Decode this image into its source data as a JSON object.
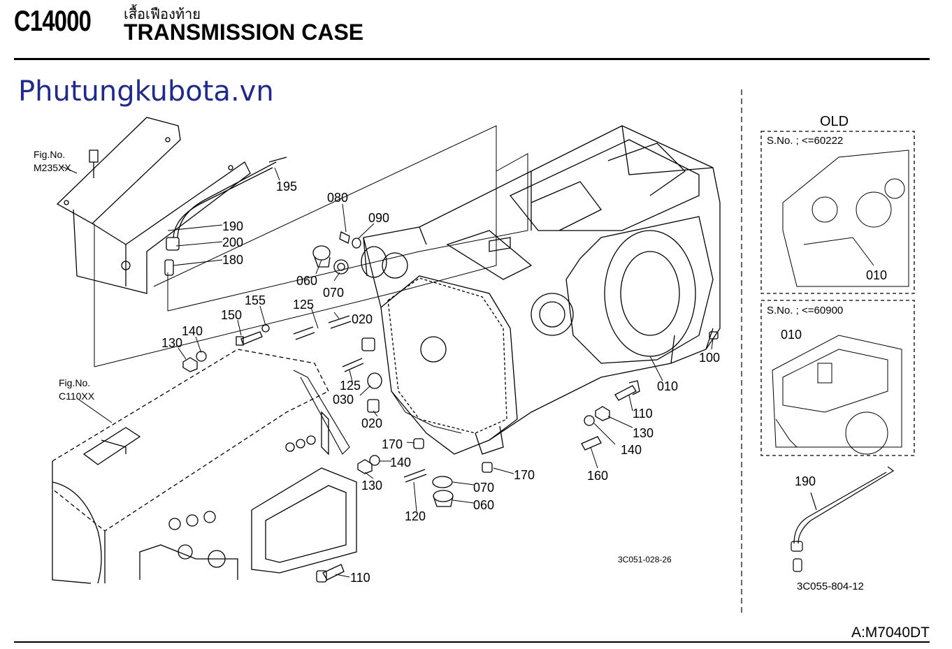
{
  "header": {
    "code": "C14000",
    "title_thai": "เสื้อเฟืองท้าย",
    "title_en": "TRANSMISSION CASE"
  },
  "watermark": "Phutungkubota.vn",
  "references": {
    "fig1_label": "Fig.No.",
    "fig1_code": "M235XX",
    "fig2_label": "Fig.No.",
    "fig2_code": "C110XX"
  },
  "part_labels": {
    "p195": "195",
    "p190": "190",
    "p200": "200",
    "p180": "180",
    "p080": "080",
    "p090": "090",
    "p060a": "060",
    "p070a": "070",
    "p155": "155",
    "p150": "150",
    "p140a": "140",
    "p130a": "130",
    "p125a": "125",
    "p020a": "020",
    "p125b": "125",
    "p030": "030",
    "p020b": "020",
    "p170a": "170",
    "p140b": "140",
    "p130b": "130",
    "p120": "120",
    "p070b": "070",
    "p060b": "060",
    "p170b": "170",
    "p110a": "110",
    "p130c": "130",
    "p140c": "140",
    "p160": "160",
    "p010": "010",
    "p100": "100",
    "p110b": "110"
  },
  "diagram_code": "3C051-028-26",
  "old_panel": {
    "title": "OLD",
    "box1_sno": "S.No. ; <=60222",
    "box1_part": "010",
    "box2_sno": "S.No. ; <=60900",
    "box2_part": "010",
    "rod_part": "190",
    "rod_code": "3C055-804-12"
  },
  "model": "A:M7040DT"
}
